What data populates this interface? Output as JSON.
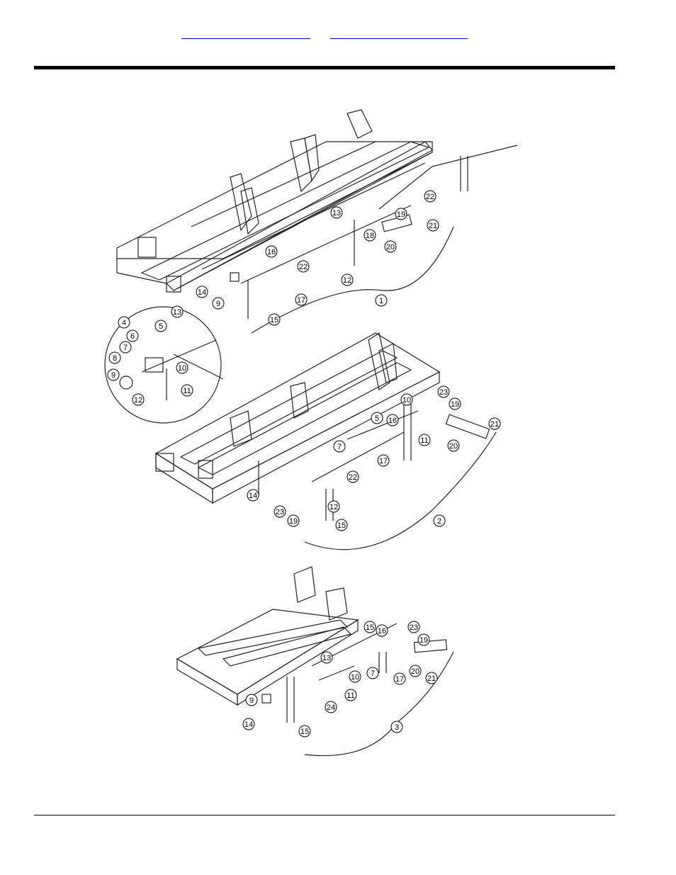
{
  "header": {
    "links": [
      {
        "text": ""
      },
      {
        "text": ""
      }
    ]
  },
  "diagram": {
    "line_color": "#000000",
    "stroke_color": "#222222",
    "assemblies": [
      {
        "label": "1",
        "callouts": [
          {
            "num": "13"
          },
          {
            "num": "18"
          },
          {
            "num": "19"
          },
          {
            "num": "22"
          },
          {
            "num": "21"
          },
          {
            "num": "20"
          },
          {
            "num": "16"
          },
          {
            "num": "22"
          },
          {
            "num": "12"
          },
          {
            "num": "14"
          },
          {
            "num": "9"
          },
          {
            "num": "17"
          },
          {
            "num": "15"
          }
        ]
      },
      {
        "label": "inset",
        "callouts": [
          {
            "num": "4"
          },
          {
            "num": "5"
          },
          {
            "num": "13"
          },
          {
            "num": "6"
          },
          {
            "num": "7"
          },
          {
            "num": "8"
          },
          {
            "num": "10"
          },
          {
            "num": "9"
          },
          {
            "num": "11"
          },
          {
            "num": "12"
          }
        ]
      },
      {
        "label": "2",
        "callouts": [
          {
            "num": "10"
          },
          {
            "num": "23"
          },
          {
            "num": "19"
          },
          {
            "num": "5"
          },
          {
            "num": "16"
          },
          {
            "num": "11"
          },
          {
            "num": "21"
          },
          {
            "num": "7"
          },
          {
            "num": "17"
          },
          {
            "num": "20"
          },
          {
            "num": "22"
          },
          {
            "num": "14"
          },
          {
            "num": "12"
          },
          {
            "num": "23"
          },
          {
            "num": "19"
          },
          {
            "num": "15"
          }
        ]
      },
      {
        "label": "3",
        "callouts": [
          {
            "num": "15"
          },
          {
            "num": "16"
          },
          {
            "num": "23"
          },
          {
            "num": "19"
          },
          {
            "num": "13"
          },
          {
            "num": "7"
          },
          {
            "num": "20"
          },
          {
            "num": "21"
          },
          {
            "num": "10"
          },
          {
            "num": "17"
          },
          {
            "num": "11"
          },
          {
            "num": "24"
          },
          {
            "num": "9"
          },
          {
            "num": "14"
          },
          {
            "num": "15"
          }
        ]
      }
    ]
  }
}
